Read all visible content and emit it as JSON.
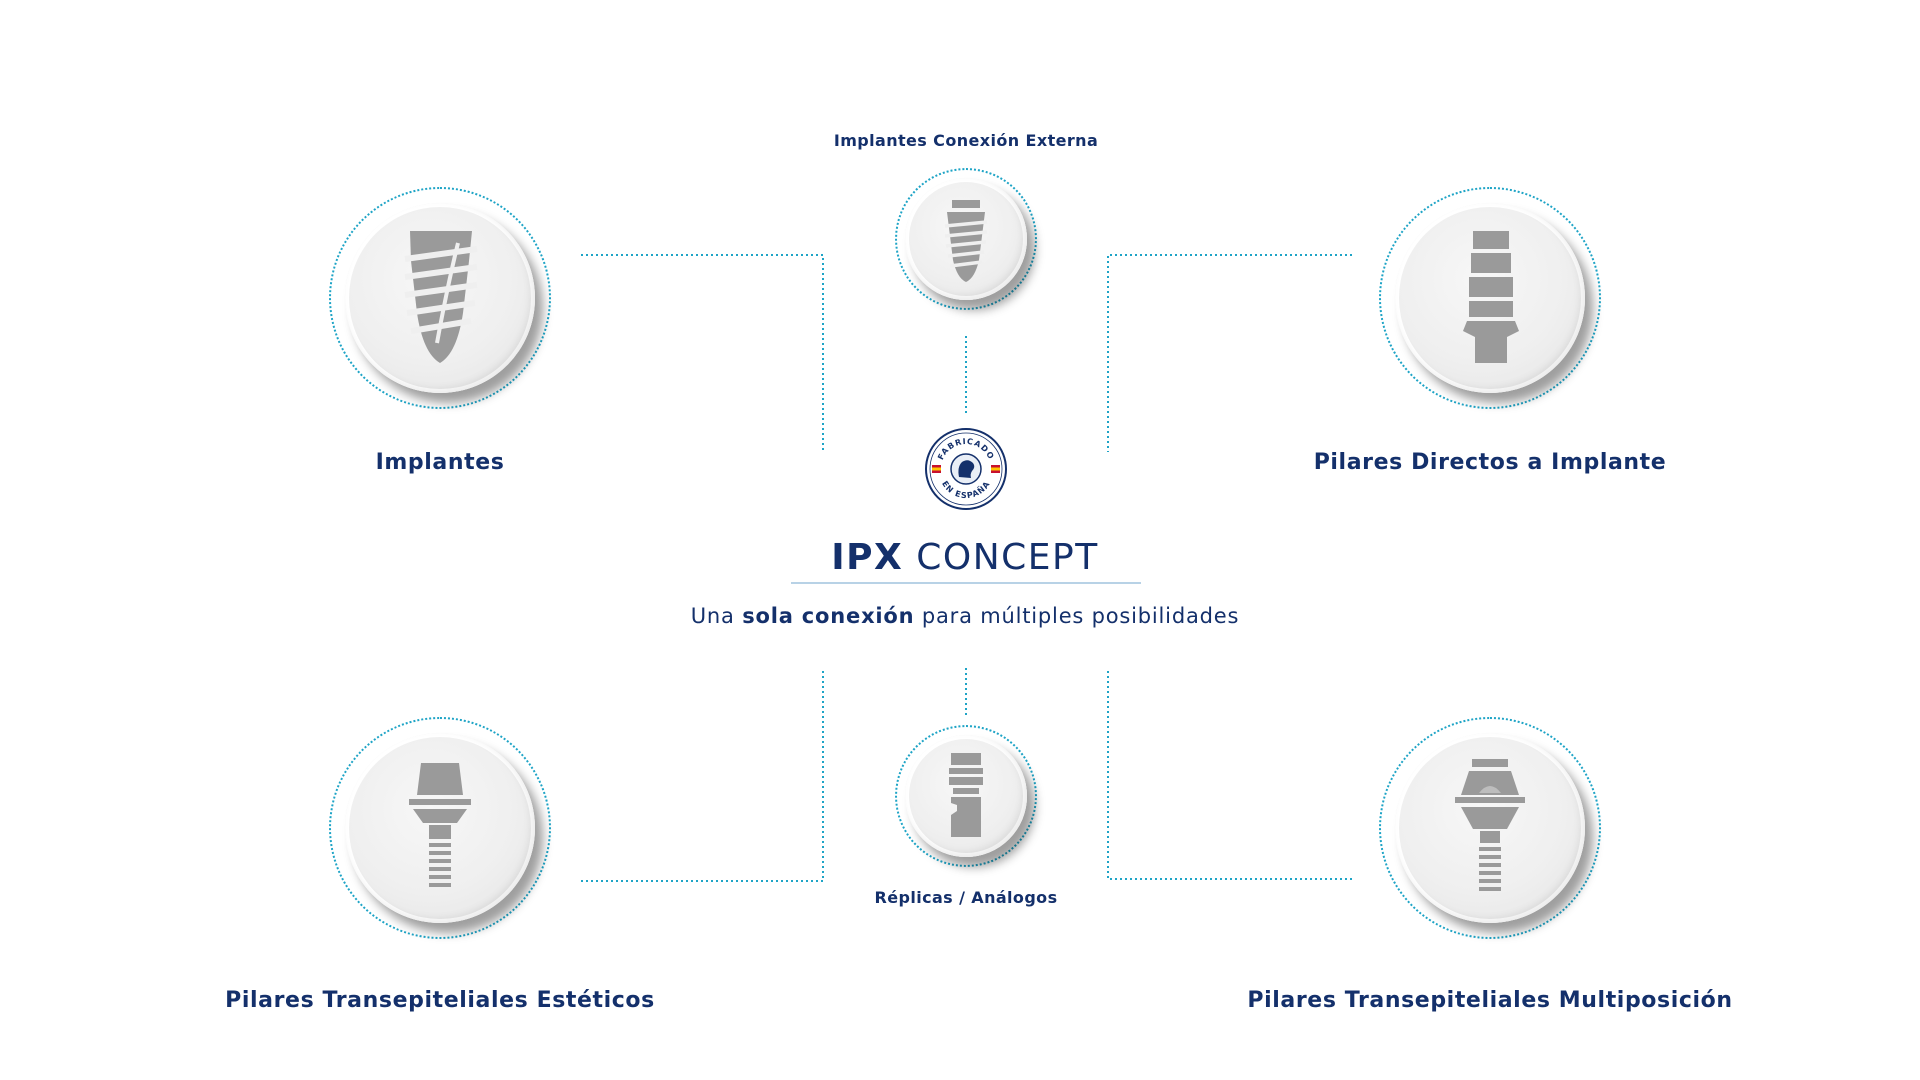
{
  "nodes": {
    "implantes": {
      "label": "Implantes"
    },
    "pilares_directos": {
      "label": "Pilares Directos a Implante"
    },
    "conexion_externa": {
      "label": "Implantes Conexión Externa"
    },
    "replicas": {
      "label": "Réplicas / Análogos"
    },
    "transepiteliales_esteticos": {
      "label": "Pilares Transepiteliales Estéticos"
    },
    "transepiteliales_multiposicion": {
      "label": "Pilares Transepiteliales Multiposición"
    }
  },
  "center": {
    "title_bold": "IPX",
    "title_light": " CONCEPT",
    "subtitle_pre": "Una ",
    "subtitle_bold": "sola conexión",
    "subtitle_post": " para múltiples posibilidades"
  },
  "badge": {
    "top_text": "FABRICADO",
    "bottom_text": "EN ESPAÑA"
  },
  "colors": {
    "navy": "#14306b",
    "dotted_line": "#1ea4c6",
    "part_gray": "#9a9a9a"
  },
  "icons": {
    "implantes": "threaded-implant-icon",
    "pilares_directos": "straight-abutment-icon",
    "conexion_externa": "external-connection-implant-icon",
    "replicas": "analog-replica-icon",
    "transepiteliales_esteticos": "aesthetic-abutment-icon",
    "transepiteliales_multiposicion": "multiposition-abutment-icon"
  }
}
